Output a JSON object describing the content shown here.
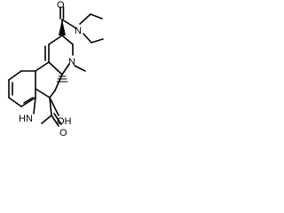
{
  "structure": {
    "labels": {
      "carbonyl_top_o": "O",
      "amide_n": "N",
      "n_methyl": "N",
      "lactam_nh": "HN",
      "hydroxyl": "OH",
      "lactam_o": "O"
    },
    "colors": {
      "bond": "#000000",
      "text": "#000000",
      "background": "#ffffff"
    }
  }
}
